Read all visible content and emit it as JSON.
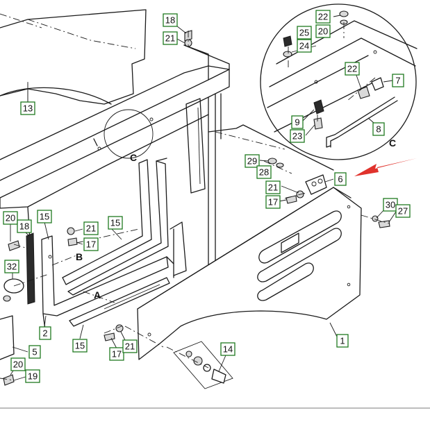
{
  "diagram": {
    "callouts": [
      {
        "n": "18"
      },
      {
        "n": "21"
      },
      {
        "n": "22"
      },
      {
        "n": "20"
      },
      {
        "n": "25"
      },
      {
        "n": "24"
      },
      {
        "n": "22"
      },
      {
        "n": "7"
      },
      {
        "n": "9"
      },
      {
        "n": "23"
      },
      {
        "n": "8"
      },
      {
        "n": "13"
      },
      {
        "n": "29"
      },
      {
        "n": "28"
      },
      {
        "n": "6"
      },
      {
        "n": "21"
      },
      {
        "n": "17"
      },
      {
        "n": "30"
      },
      {
        "n": "27"
      },
      {
        "n": "20"
      },
      {
        "n": "18"
      },
      {
        "n": "15"
      },
      {
        "n": "21"
      },
      {
        "n": "15"
      },
      {
        "n": "17"
      },
      {
        "n": "32"
      },
      {
        "n": "2"
      },
      {
        "n": "5"
      },
      {
        "n": "20"
      },
      {
        "n": "19"
      },
      {
        "n": "15"
      },
      {
        "n": "17"
      },
      {
        "n": "21"
      },
      {
        "n": "14"
      },
      {
        "n": "1"
      }
    ],
    "view_letters": [
      {
        "t": "C"
      },
      {
        "t": "C"
      },
      {
        "t": "B"
      },
      {
        "t": "A"
      }
    ],
    "colors": {
      "callout_border": "#1f7a1f",
      "pointer_arrow": "#e0322c",
      "line": "#1a1a1a"
    }
  }
}
